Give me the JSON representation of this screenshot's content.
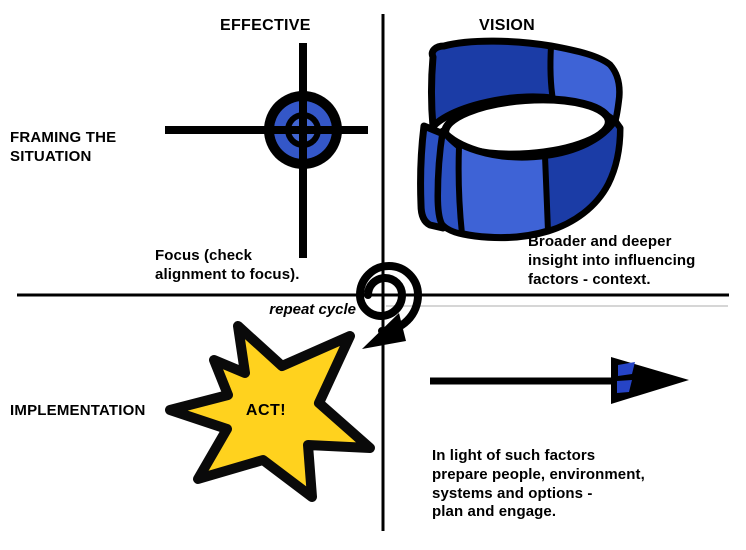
{
  "diagram": {
    "columns": {
      "left": "EFFECTIVE",
      "right": "VISION"
    },
    "rows": {
      "top": "FRAMING THE\nSITUATION",
      "bottom": "IMPLEMENTATION"
    },
    "center": {
      "label": "repeat cycle",
      "icon": "spiral-repeat-arrow"
    },
    "quadrants": {
      "top_left": {
        "icon": "target-crosshair",
        "caption": "Focus (check\nalignment to focus)."
      },
      "top_right": {
        "icon": "vision-band",
        "caption": "Broader and deeper\ninsight into influencing\nfactors - context."
      },
      "bottom_left": {
        "icon": "starburst",
        "star_label": "ACT!"
      },
      "bottom_right": {
        "icon": "forward-arrow",
        "caption": "In light of such factors\nprepare people, environment,\nsystems and options -\nplan and engage."
      }
    }
  },
  "colors": {
    "blue_dark": "#1B3CA6",
    "blue_mid": "#2B51C4",
    "blue_light": "#3E63D6",
    "target_ring_blue": "#3457C8",
    "target_core_blue": "#4165D2",
    "arrow_inset_blue": "#2644C6",
    "star_yellow": "#FFD21E",
    "line_black": "#000000",
    "white": "#FFFFFF"
  }
}
